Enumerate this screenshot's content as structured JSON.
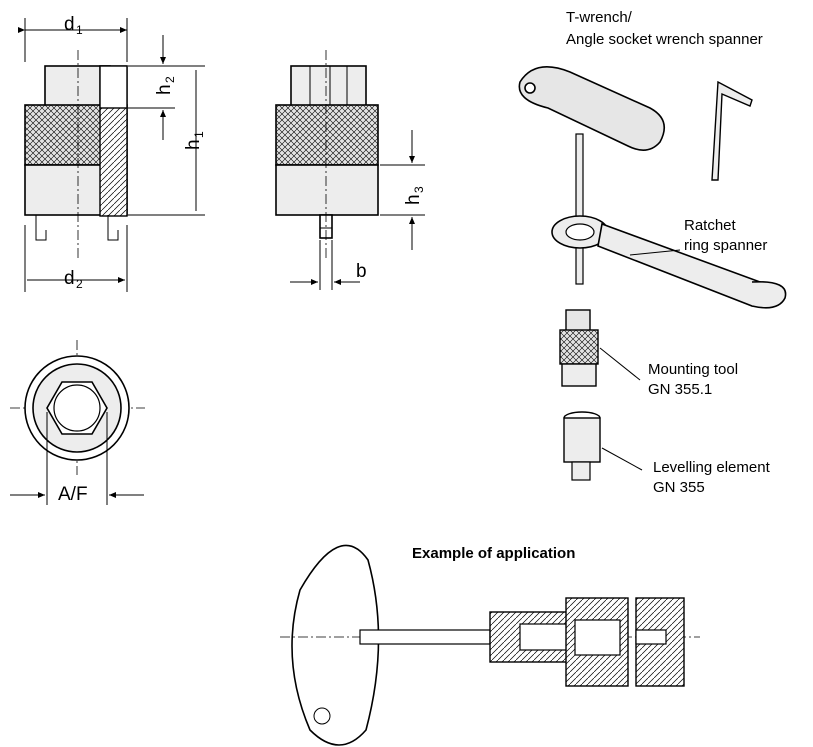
{
  "dimensions": {
    "d1": "d",
    "d1_sub": "1",
    "d2": "d",
    "d2_sub": "2",
    "h1": "h",
    "h1_sub": "1",
    "h2": "h",
    "h2_sub": "2",
    "h3": "h",
    "h3_sub": "3",
    "b": "b",
    "af": "A/F"
  },
  "callouts": {
    "t_wrench_line1": "T-wrench/",
    "t_wrench_line2": "Angle socket wrench spanner",
    "ratchet_line1": "Ratchet",
    "ratchet_line2": "ring spanner",
    "mounting_line1": "Mounting tool",
    "mounting_line2": "GN 355.1",
    "levelling_line1": "Levelling element",
    "levelling_line2": "GN 355"
  },
  "application": {
    "title": "Example of application"
  }
}
